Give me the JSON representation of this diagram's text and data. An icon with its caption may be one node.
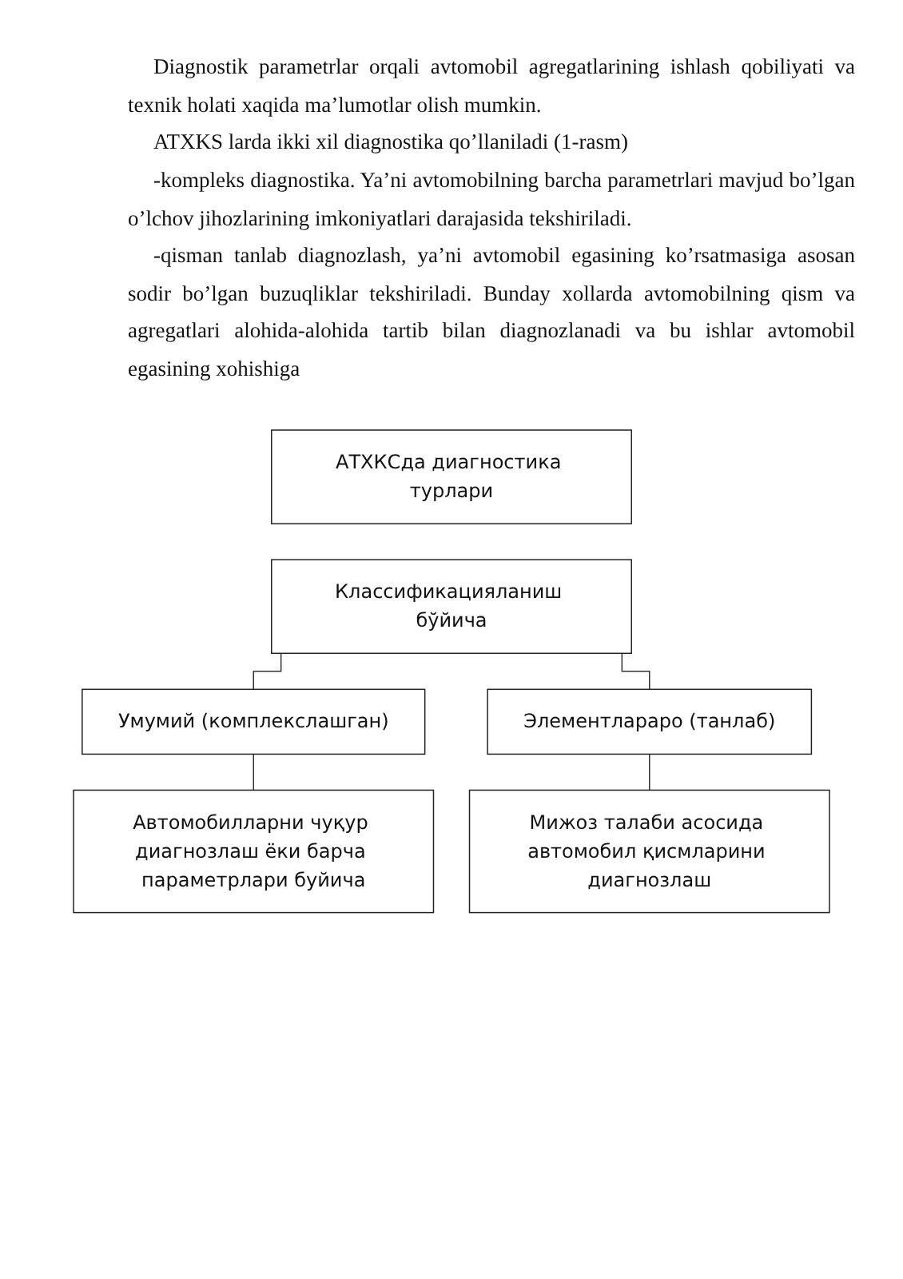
{
  "diagram": {
    "nodes": [
      {
        "text": [
          "АТХКСда диагностика турлари"
        ]
      },
      {
        "text": [
          "Классификацияланиш бўйича"
        ]
      },
      {
        "text": [
          "Умумий (комплекслашган)"
        ]
      },
      {
        "text": [
          "Элементлараро (танлаб)"
        ]
      },
      {
        "text": [
          "Автомобилларни чуқур диагнозлаш ёки барча параметрлари буйича"
        ]
      },
      {
        "text": [
          "Мижоз талаби асосида автомобил қисмларини диагнозлаш"
        ]
      }
    ],
    "edges": [
      {
        "from": 1,
        "to": 2,
        "arrow": "none"
      },
      {
        "from": 1,
        "to": 3,
        "arrow": "none"
      },
      {
        "from": 2,
        "to": 4,
        "arrow": "none"
      },
      {
        "from": 3,
        "to": 5,
        "arrow": "none"
      }
    ],
    "labels": [
      "Diagnostik parametrlar orqali avtomobil agregatlarining ishlash qobiliyati va texnik holati xaqida ma’lumotlar olish mumkin.",
      "ATXKS larda ikki xil diagnostika qo’llaniladi (1-rasm)",
      "-kompleks diagnostika. Ya’ni avtomobilning barcha parametrlari mavjud bo’lgan o’lchov jihozlarining imkoniyatlari darajasida tekshiriladi.",
      "-qisman tanlab diagnozlash, ya’ni avtomobil egasining ko’rsatmasiga asosan sodir bo’lgan buzuqliklar tekshiriladi. Bunday xollarda avtomobilning qism va agregatlari alohida-alohida tartib bilan diagnozlanadi va bu ishlar avtomobil egasining xohishiga"
    ]
  }
}
